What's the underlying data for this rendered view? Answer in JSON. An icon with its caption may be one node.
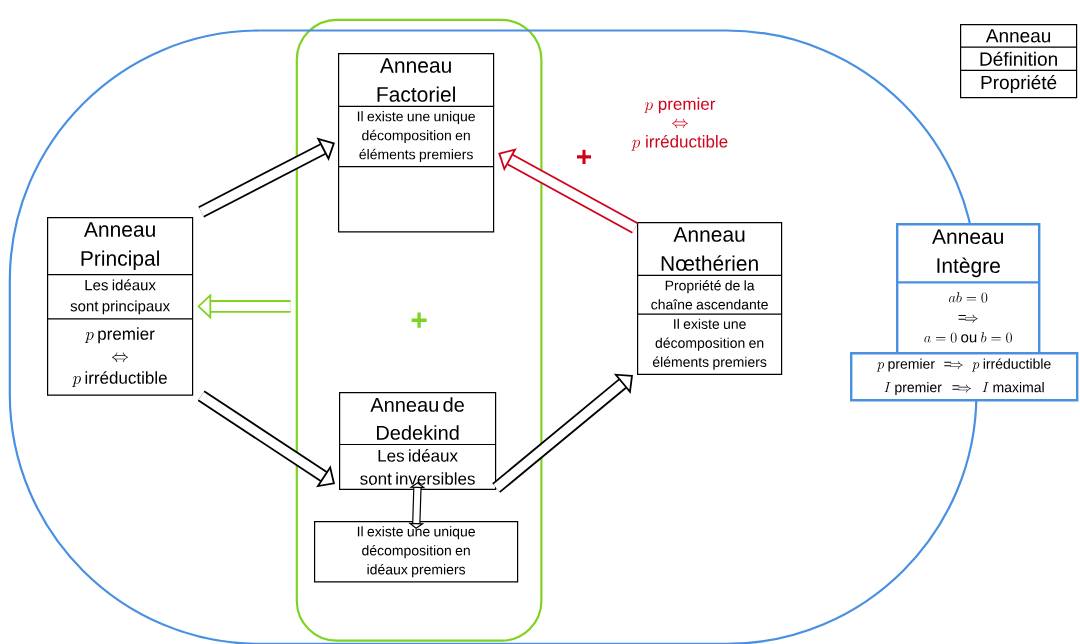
{
  "diagram": {
    "nodes": [
      {
        "text": [],
        "shape": "box"
      },
      {
        "text": [
          "+"
        ],
        "in": 0
      },
      {
        "text": [
          "Anneau Factoriel",
          "Il existe une unique décomposition en éléments premiers"
        ],
        "in": 1
      },
      {
        "text": [
          "Anneau Principal",
          "Les idéaux sont principaux",
          "\\begin{gathered} p\\ \\text{premier} \\\\[-4pt] \\Leftrightarrow \\\\[-4pt] p\\ \\text{irréductible} \\end{gathered}"
        ],
        "in": 0
      },
      {
        "text": [
          "Anneau de Dedekind",
          "Les idéaux sont inversibles"
        ],
        "in": 1
      },
      {
        "text": [
          "Il existe une unique décomposition en idéaux premiers"
        ],
        "in": 1
      },
      {
        "text": [
          "Anneau Nœthérien",
          "Propriété de la chaîne ascendante",
          "Il existe une décomposition en éléments premiers"
        ],
        "in": 0
      },
      {
        "text": [
          "Anneau Intègre",
          "\\begin{gathered} ab = 0 \\\\[-4pt] \\Longrightarrow \\\\[-4pt] a = 0\\ \\text{ou}\\ b = 0 \\end{gathered}"
        ]
      },
      {
        "text": [
          "p\\ \\text{premier} \\Longrightarrow p\\ \\text{irréductible}",
          "I\\ \\text{premier} \\Longrightarrow I\\ \\text{maximal}"
        ]
      },
      {
        "text": [
          "Anneau",
          "Définition",
          "Propriété"
        ]
      }
    ],
    "edges": [
      {
        "from": 3,
        "to": 2,
        "arrow": "to"
      },
      {
        "from": 3,
        "to": 4,
        "arrow": "to"
      },
      {
        "from": 4,
        "to": 6,
        "arrow": "to"
      },
      {
        "from": 6,
        "to": 2,
        "arrow": "to",
        "color": "#d0021b"
      },
      {
        "from": 1,
        "to": 3,
        "arrow": "to",
        "color": "#7ed321"
      },
      {
        "from": 4,
        "to": 5,
        "arrow": "both"
      }
    ],
    "labels": [
      "+",
      "\\begin{gathered} p\\ \\text{premier} \\\\[-2pt] \\Leftrightarrow \\\\[-2pt] p\\ \\text{irréductible} \\end{gathered}"
    ]
  }
}
